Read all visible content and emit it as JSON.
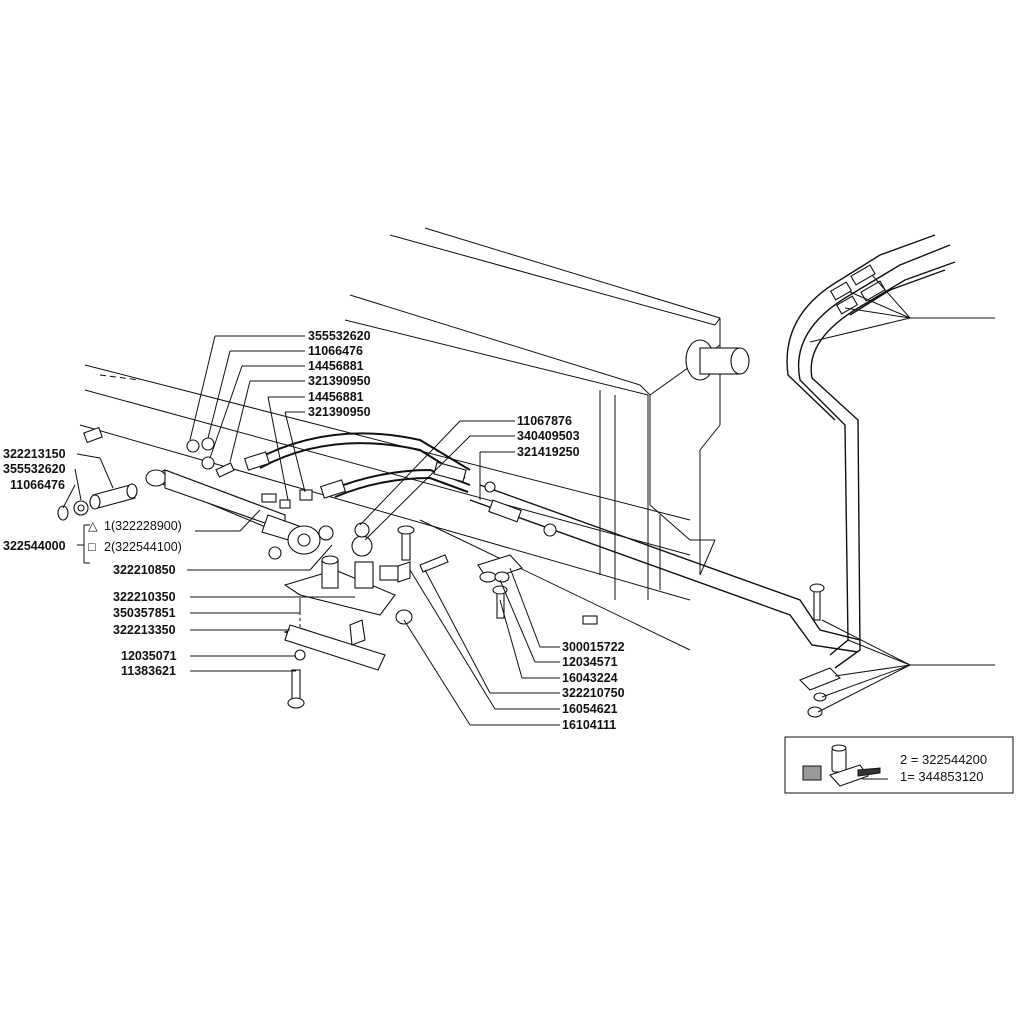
{
  "callouts_left": {
    "c1": "322213150",
    "c2": "355532620",
    "c3": "11066476",
    "c4": "322544000",
    "c4_opt1": "1(322228900)",
    "c4_opt2": "2(322544100)",
    "c5": "322210850",
    "c6": "322210350",
    "c7": "350357851",
    "c8": "322213350",
    "c9": "12035071",
    "c10": "11383621"
  },
  "callouts_top": {
    "t1": "355532620",
    "t2": "11066476",
    "t3": "14456881",
    "t4": "321390950",
    "t5": "14456881",
    "t6": "321390950",
    "t7": "11067876",
    "t8": "340409503",
    "t9": "321419250"
  },
  "callouts_bottom": {
    "b1": "300015722",
    "b2": "12034571",
    "b3": "16043224",
    "b4": "322210750",
    "b5": "16054621",
    "b6": "16104111"
  },
  "inset": {
    "line1": "2 = 322544200",
    "line2": "1= 344853120"
  },
  "symbols": {
    "triangle": "△",
    "square": "□"
  }
}
